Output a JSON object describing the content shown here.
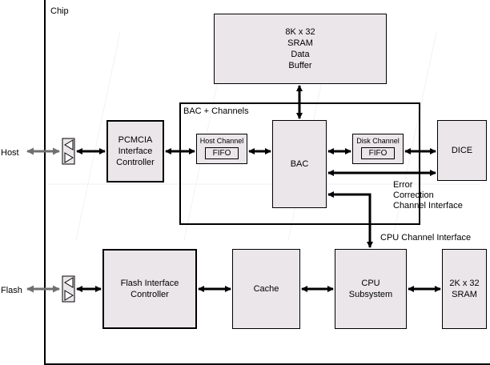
{
  "chip_label": "Chip",
  "bac_channels_label": "BAC + Channels",
  "blocks": {
    "sram_buffer": "8K x 32\nSRAM\nData\nBuffer",
    "pcmcia": "PCMCIA\nInterface\nController",
    "host_channel": "Host Channel",
    "host_fifo": "FIFO",
    "bac": "BAC",
    "disk_channel": "Disk Channel",
    "disk_fifo": "FIFO",
    "dice": "DICE",
    "flash_controller": "Flash Interface\nController",
    "cache": "Cache",
    "cpu": "CPU\nSubsystem",
    "sram_2k": "2K x 32\nSRAM"
  },
  "labels": {
    "host": "Host",
    "flash": "Flash",
    "ecc_interface": "Error\nCorrection\nChannel Interface",
    "cpu_channel_interface": "CPU Channel Interface"
  },
  "colors": {
    "block_fill": "#eae6ea",
    "line": "#000000",
    "external_arrow": "#707070"
  }
}
